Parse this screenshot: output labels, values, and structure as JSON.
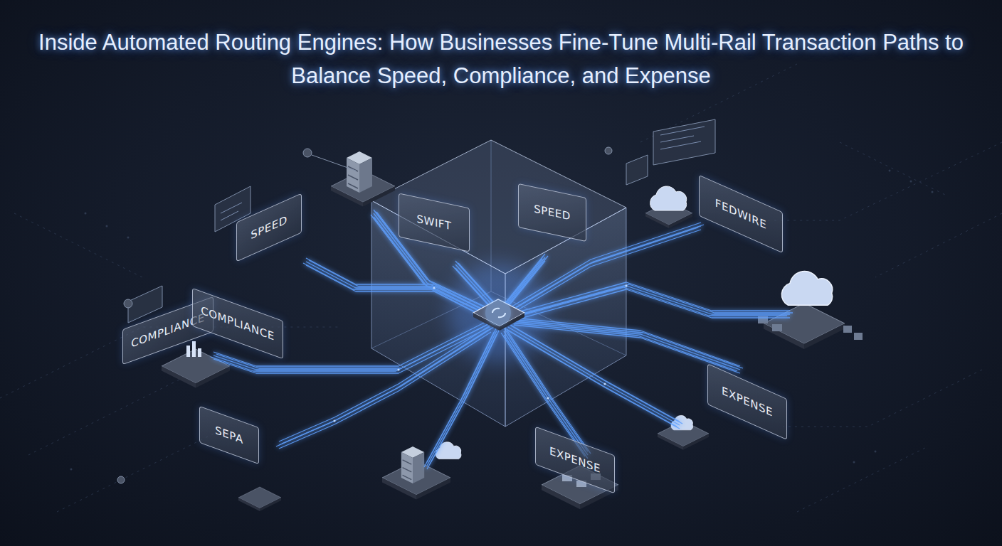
{
  "diagram": {
    "title": "Inside Automated Routing Engines: How Businesses Fine-Tune Multi-Rail Transaction Paths to Balance Speed, Compliance, and Expense",
    "nodes": [
      {
        "text": [
          "SPEED"
        ]
      },
      {
        "text": [
          "SWIFT"
        ]
      },
      {
        "text": [
          "SPEED"
        ]
      },
      {
        "text": [
          "FEDWIRE"
        ]
      },
      {
        "text": [
          "COMPLIANCE"
        ]
      },
      {
        "text": [
          "COMPLIANCE"
        ]
      },
      {
        "text": [
          "SEPA"
        ]
      },
      {
        "text": [
          "EXPENSE"
        ]
      },
      {
        "text": [
          "EXPENSE"
        ]
      }
    ]
  }
}
